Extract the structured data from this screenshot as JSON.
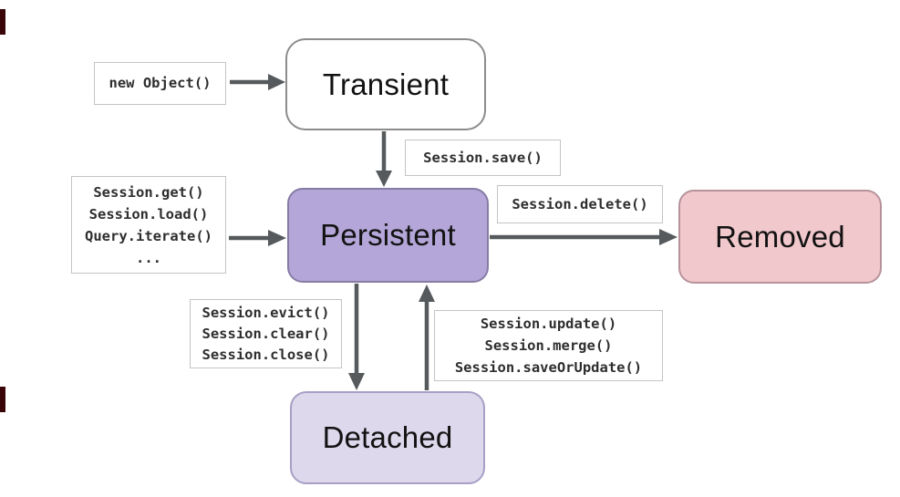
{
  "diagram": {
    "states": {
      "transient": {
        "label": "Transient"
      },
      "persistent": {
        "label": "Persistent"
      },
      "detached": {
        "label": "Detached"
      },
      "removed": {
        "label": "Removed"
      }
    },
    "transitions": {
      "create": {
        "label": "new Object()"
      },
      "save": {
        "label": "Session.save()"
      },
      "load": {
        "lines": [
          "Session.get()",
          "Session.load()",
          "Query.iterate()",
          "..."
        ]
      },
      "delete": {
        "label": "Session.delete()"
      },
      "evict": {
        "lines": [
          "Session.evict()",
          "Session.clear()",
          "Session.close()"
        ]
      },
      "reattach": {
        "lines": [
          "Session.update()",
          "Session.merge()",
          "Session.saveOrUpdate()"
        ]
      }
    },
    "colors": {
      "persistent_fill": "#b4a6d8",
      "persistent_border": "#867ca3",
      "detached_fill": "#ddd8ec",
      "detached_border": "#a79fc5",
      "removed_fill": "#f1c8cc",
      "removed_border": "#b6939b",
      "arrow": "#565a5d"
    }
  }
}
